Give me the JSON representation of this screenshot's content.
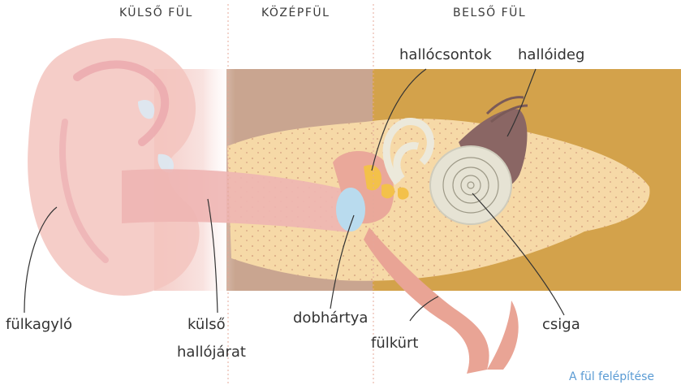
{
  "sections": {
    "outer": "KÜLSŐ FÜL",
    "middle": "KÖZÉPFÜL",
    "inner": "BELSŐ FÜL"
  },
  "labels": {
    "pinna": "fülkagyló",
    "ear_canal_line1": "külső",
    "ear_canal_line2": "hallójárat",
    "eardrum": "dobhártya",
    "eustachian_tube": "fülkürt",
    "cochlea": "csiga",
    "ossicles": "hallócsontok",
    "auditory_nerve": "hallóideg"
  },
  "caption": "A fül felépítése",
  "colors": {
    "skin": "#f2c4be",
    "canal": "#eeb5b3",
    "middle_bg": "#c9a590",
    "inner_bg": "#d3a24b",
    "bone": "#f6d9a7",
    "eardrum": "#b9dbee",
    "cochlea": "#e6e3d4",
    "nerve": "#7a5a58",
    "ossicles": "#f3c14a",
    "divider": "#e4a99a",
    "caption": "#5a9bd4"
  }
}
